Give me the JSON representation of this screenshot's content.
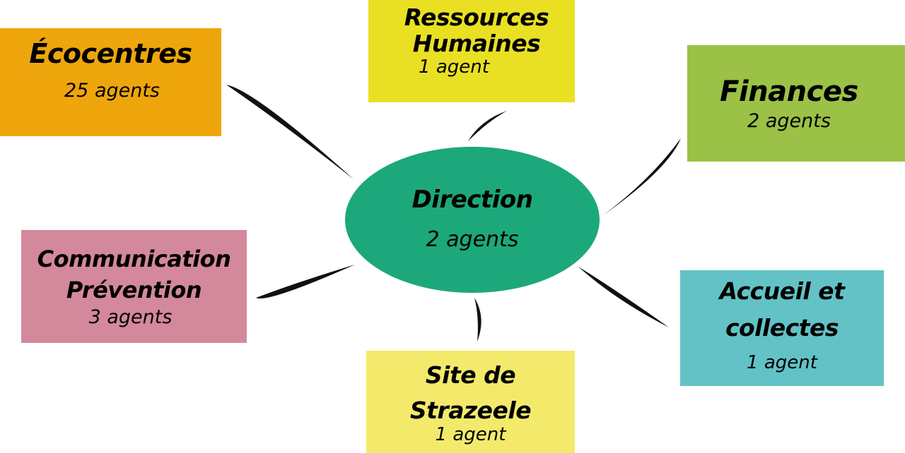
{
  "diagram": {
    "center": {
      "title": "Direction",
      "count": "2 agents",
      "color": "#1ca87a"
    },
    "nodes": [
      {
        "id": "ecocentres",
        "title": "Écocentres",
        "count": "25 agents",
        "color": "#eea60c"
      },
      {
        "id": "rh",
        "title_line1": "Ressources",
        "title_line2": "Humaines",
        "count": "1 agent",
        "color": "#e9e024"
      },
      {
        "id": "finances",
        "title": "Finances",
        "count": "2 agents",
        "color": "#9bc147"
      },
      {
        "id": "communication",
        "title_line1": "Communication",
        "title_line2": "Prévention",
        "count": "3 agents",
        "color": "#d4889c"
      },
      {
        "id": "accueil",
        "title_line1": "Accueil et",
        "title_line2": "collectes",
        "count": "1 agent",
        "color": "#62c2c6"
      },
      {
        "id": "strazeele",
        "title_line1": "Site de",
        "title_line2": "Strazeele",
        "count": "1 agent",
        "color": "#f3ea6c"
      }
    ],
    "connector_color": "#111111"
  }
}
